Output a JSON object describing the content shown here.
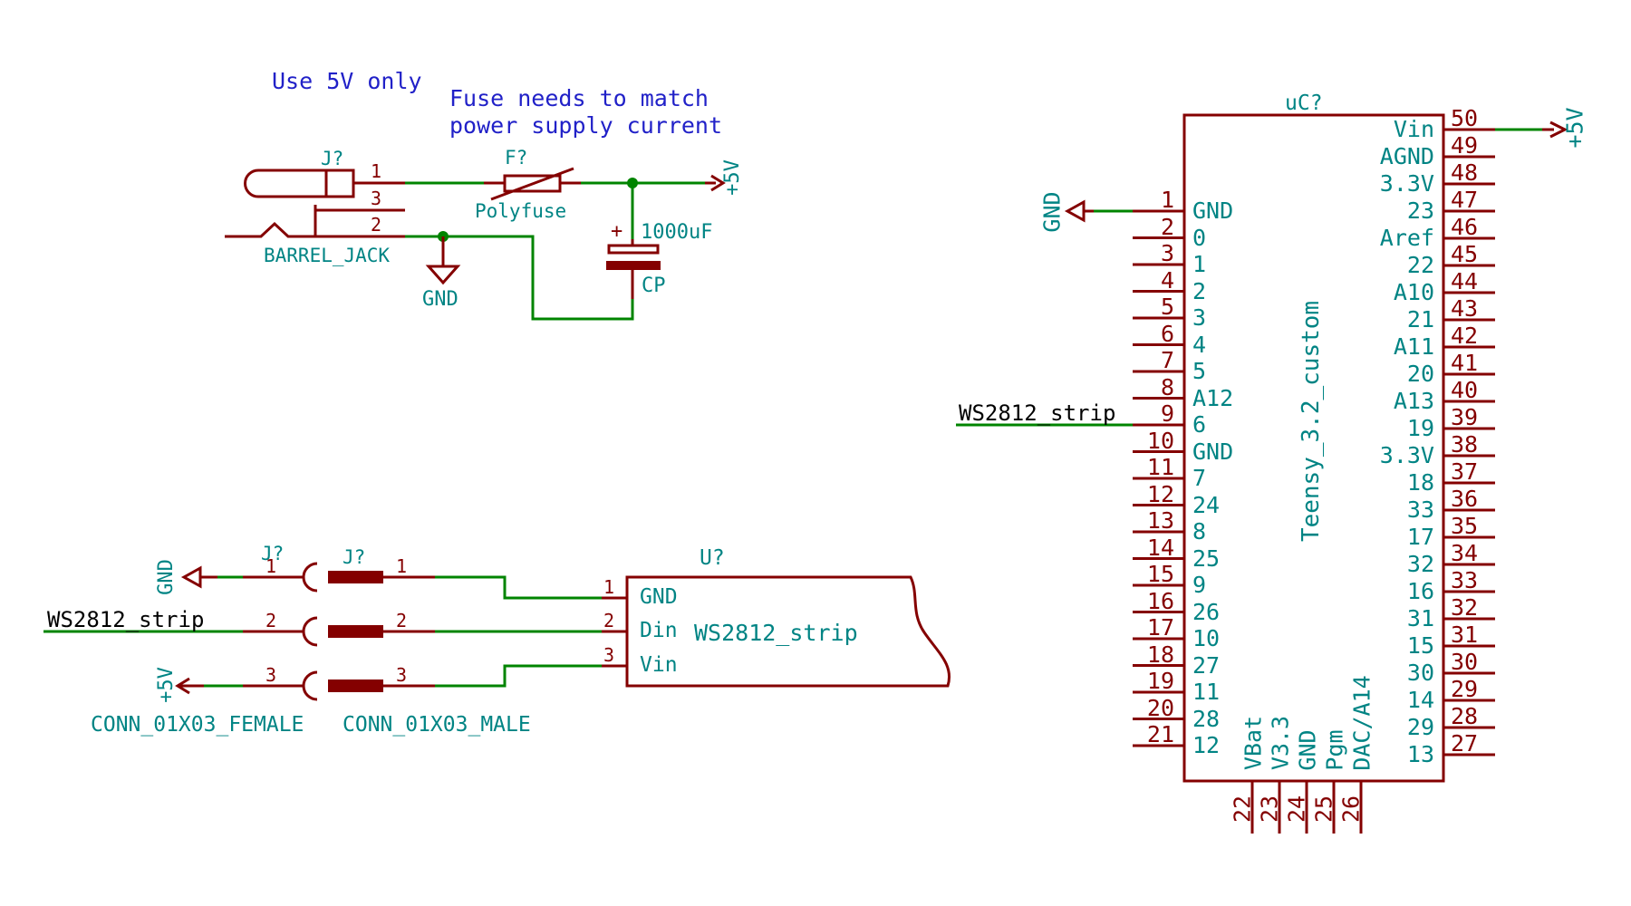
{
  "notes": {
    "line1": "Use 5V only",
    "line2": "Fuse needs to match",
    "line3": "power supply current"
  },
  "power": {
    "jack_ref": "J?",
    "jack_value": "BARREL_JACK",
    "jack_pin1": "1",
    "jack_pin3": "3",
    "jack_pin2": "2",
    "fuse_ref": "F?",
    "fuse_value": "Polyfuse",
    "gnd": "GND",
    "p5v": "+5V",
    "cap_plus": "+",
    "cap_value": "1000uF",
    "cap_ref": "CP"
  },
  "conn": {
    "female_ref": "J?",
    "female_value": "CONN_01X03_FEMALE",
    "male_ref": "J?",
    "male_value": "CONN_01X03_MALE",
    "gnd": "GND",
    "p5v": "+5V",
    "net_label": "WS2812_strip",
    "f1": "1",
    "f2": "2",
    "f3": "3",
    "m1": "1",
    "m2": "2",
    "m3": "3",
    "u1": "1",
    "u2": "2",
    "u3": "3"
  },
  "strip": {
    "ref": "U?",
    "value": "WS2812_strip",
    "pin_gnd": "GND",
    "pin_din": "Din",
    "pin_vin": "Vin"
  },
  "uc": {
    "ref": "uC?",
    "value": "Teensy_3.2_custom",
    "gnd": "GND",
    "p5v": "+5V",
    "net_label": "WS2812_strip",
    "left_pins": [
      {
        "num": "1",
        "name": "GND"
      },
      {
        "num": "2",
        "name": "0"
      },
      {
        "num": "3",
        "name": "1"
      },
      {
        "num": "4",
        "name": "2"
      },
      {
        "num": "5",
        "name": "3"
      },
      {
        "num": "6",
        "name": "4"
      },
      {
        "num": "7",
        "name": "5"
      },
      {
        "num": "8",
        "name": "A12"
      },
      {
        "num": "9",
        "name": "6"
      },
      {
        "num": "10",
        "name": "GND"
      },
      {
        "num": "11",
        "name": "7"
      },
      {
        "num": "12",
        "name": "24"
      },
      {
        "num": "13",
        "name": "8"
      },
      {
        "num": "14",
        "name": "25"
      },
      {
        "num": "15",
        "name": "9"
      },
      {
        "num": "16",
        "name": "26"
      },
      {
        "num": "17",
        "name": "10"
      },
      {
        "num": "18",
        "name": "27"
      },
      {
        "num": "19",
        "name": "11"
      },
      {
        "num": "20",
        "name": "28"
      },
      {
        "num": "21",
        "name": "12"
      }
    ],
    "right_pins": [
      {
        "num": "50",
        "name": "Vin"
      },
      {
        "num": "49",
        "name": "AGND"
      },
      {
        "num": "48",
        "name": "3.3V"
      },
      {
        "num": "47",
        "name": "23"
      },
      {
        "num": "46",
        "name": "Aref"
      },
      {
        "num": "45",
        "name": "22"
      },
      {
        "num": "44",
        "name": "A10"
      },
      {
        "num": "43",
        "name": "21"
      },
      {
        "num": "42",
        "name": "A11"
      },
      {
        "num": "41",
        "name": "20"
      },
      {
        "num": "40",
        "name": "A13"
      },
      {
        "num": "39",
        "name": "19"
      },
      {
        "num": "38",
        "name": "3.3V"
      },
      {
        "num": "37",
        "name": "18"
      },
      {
        "num": "36",
        "name": "33"
      },
      {
        "num": "35",
        "name": "17"
      },
      {
        "num": "34",
        "name": "32"
      },
      {
        "num": "33",
        "name": "16"
      },
      {
        "num": "32",
        "name": "31"
      },
      {
        "num": "31",
        "name": "15"
      },
      {
        "num": "30",
        "name": "30"
      },
      {
        "num": "29",
        "name": "14"
      },
      {
        "num": "28",
        "name": "29"
      },
      {
        "num": "27",
        "name": "13"
      }
    ],
    "bottom_pins": [
      {
        "num": "22",
        "name": "VBat"
      },
      {
        "num": "23",
        "name": "V3.3"
      },
      {
        "num": "24",
        "name": "GND"
      },
      {
        "num": "25",
        "name": "Pgm"
      },
      {
        "num": "26",
        "name": "DAC/A14"
      }
    ]
  },
  "colors": {
    "component": "#840000",
    "field_text": "#008484",
    "wire": "#008400",
    "note_text": "#2121c8",
    "net_label_text": "#000000"
  }
}
